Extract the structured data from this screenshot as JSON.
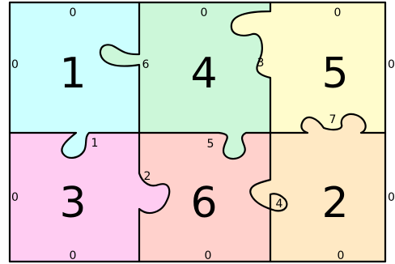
{
  "pieces": [
    {
      "id": "piece-1",
      "label": "1",
      "color": "#ccffff"
    },
    {
      "id": "piece-4",
      "label": "4",
      "color": "#ccf7d9"
    },
    {
      "id": "piece-5",
      "label": "5",
      "color": "#fffccc"
    },
    {
      "id": "piece-3",
      "label": "3",
      "color": "#ffccf2"
    },
    {
      "id": "piece-6",
      "label": "6",
      "color": "#ffd1cc"
    },
    {
      "id": "piece-2",
      "label": "2",
      "color": "#ffe9c4"
    }
  ],
  "edge_labels": {
    "top_piece1": "0",
    "top_piece4": "0",
    "top_piece5": "0",
    "left_piece1": "0",
    "right_piece5": "0",
    "tab_1_4": "6",
    "tab_4_5": "3",
    "tab_5_2": "7",
    "tab_1_3": "1",
    "tab_4_6": "5",
    "tab_3_6": "2",
    "tab_6_2": "4",
    "left_piece3": "0",
    "right_piece2": "0",
    "bottom_piece3": "0",
    "bottom_piece6": "0",
    "bottom_piece2": "0"
  }
}
